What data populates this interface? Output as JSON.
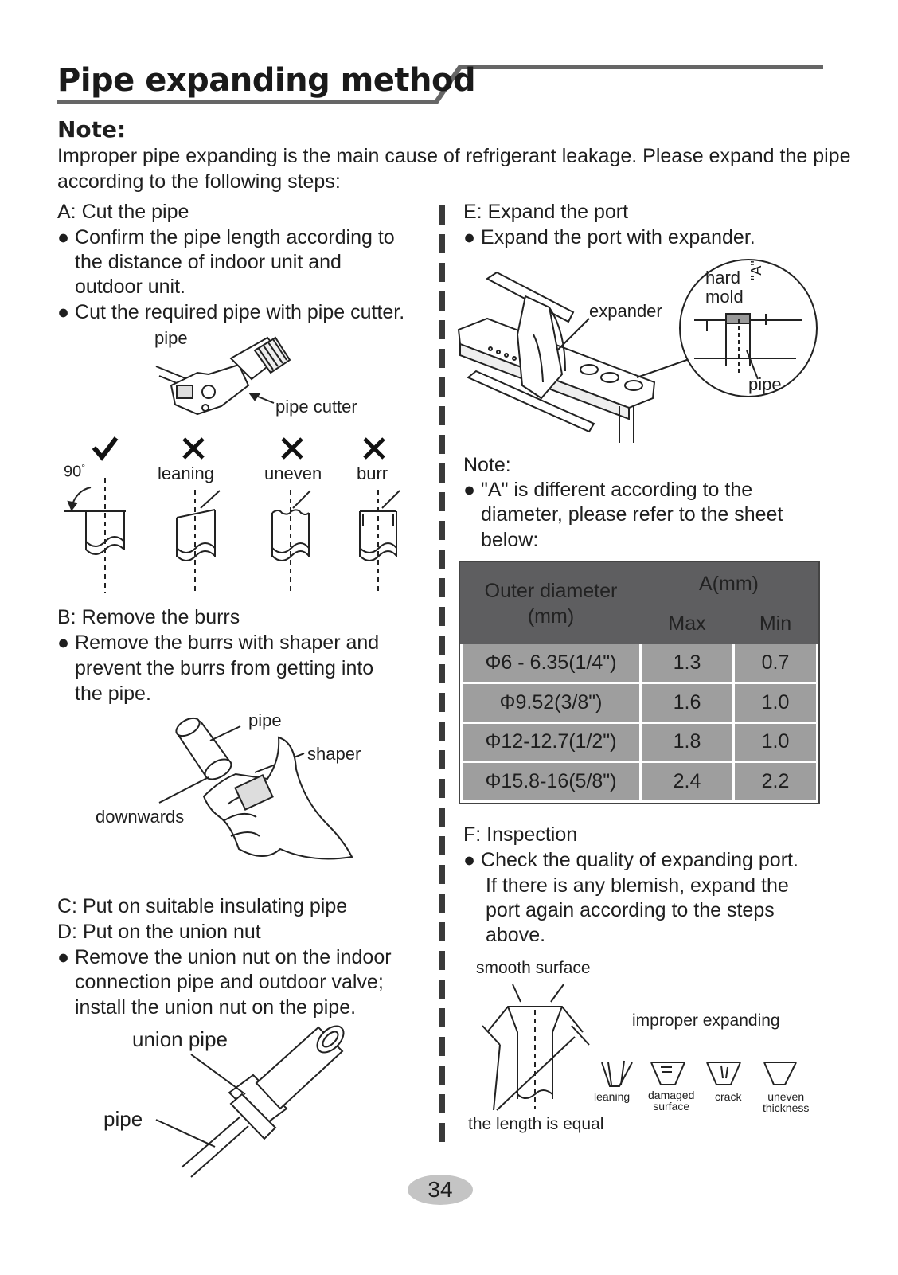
{
  "title": "Pipe expanding method",
  "note_heading": "Note:",
  "intro": "Improper pipe expanding is the main cause of refrigerant leakage. Please expand the pipe according to the following steps:",
  "step_a": {
    "heading": "A: Cut the pipe",
    "bullet1_line1": "● Confirm the pipe length according to",
    "bullet1_line2": "the distance of indoor unit and",
    "bullet1_line3": "outdoor unit.",
    "bullet2": "● Cut the required pipe with pipe cutter.",
    "label_pipe": "pipe",
    "label_pipe_cutter": "pipe cutter",
    "label_90": "90",
    "label_degree": "°",
    "label_leaning": "leaning",
    "label_uneven": "uneven",
    "label_burr": "burr"
  },
  "step_b": {
    "heading": "B: Remove the burrs",
    "line1": "● Remove the burrs with shaper and",
    "line2": "prevent the burrs from getting into",
    "line3": "the pipe.",
    "label_pipe": "pipe",
    "label_shaper": "shaper",
    "label_downwards": "downwards"
  },
  "step_c": {
    "heading": "C: Put on suitable insulating pipe"
  },
  "step_d": {
    "heading": "D: Put on the union nut",
    "line1": "● Remove the union nut on the indoor",
    "line2": "connection pipe and outdoor valve;",
    "line3": "install the union nut on the pipe.",
    "label_union_pipe": "union pipe",
    "label_pipe": "pipe"
  },
  "step_e": {
    "heading": "E: Expand the port",
    "line1": "● Expand the port with expander.",
    "label_expander": "expander",
    "label_hard": "hard",
    "label_mold": "mold",
    "label_a": "\"A\"",
    "label_pipe": "pipe"
  },
  "note2": {
    "heading": "Note:",
    "line1": "● \"A\" is different according to the",
    "line2": "diameter, please refer to the sheet",
    "line3": "below:"
  },
  "table": {
    "col1_line1": "Outer diameter",
    "col1_line2": "(mm)",
    "a_header": "A(mm)",
    "max": "Max",
    "min": "Min",
    "rows": [
      [
        "Φ6 - 6.35(1/4\")",
        "1.3",
        "0.7"
      ],
      [
        "Φ9.52(3/8\")",
        "1.6",
        "1.0"
      ],
      [
        "Φ12-12.7(1/2\")",
        "1.8",
        "1.0"
      ],
      [
        "Φ15.8-16(5/8\")",
        "2.4",
        "2.2"
      ]
    ]
  },
  "step_f": {
    "heading": "F: Inspection",
    "line1": "● Check the quality of expanding port.",
    "line2": "If there is any blemish, expand the",
    "line3": "port again according to the steps",
    "line4": "above.",
    "label_smooth": "smooth surface",
    "label_improper": "improper expanding",
    "label_equal": "the length is equal",
    "label_leaning": "leaning",
    "label_damaged1": "damaged",
    "label_damaged2": "surface",
    "label_crack": "crack",
    "label_uneven1": "uneven",
    "label_uneven2": "thickness"
  },
  "page_number": "34"
}
